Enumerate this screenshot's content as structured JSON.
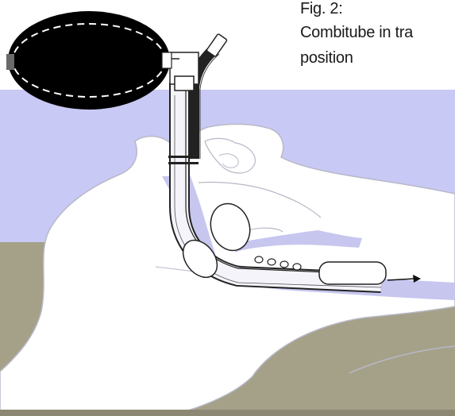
{
  "caption": {
    "figure_number": "Fig. 2:",
    "title_line": "Combitube in tra",
    "title_line2": "position"
  },
  "colors": {
    "upper_background": "#c9c9f5",
    "lower_background": "#a5a189",
    "body_fill": "#ffffff",
    "body_outline": "#b8b8c8",
    "airway": "#c6c6ef",
    "bulb_fill": "#000000",
    "tube_outline": "#222222",
    "arrow": "#111111"
  },
  "icons": {
    "bulb": "inflation-bulb-icon",
    "arrow": "arrow-right-icon"
  }
}
